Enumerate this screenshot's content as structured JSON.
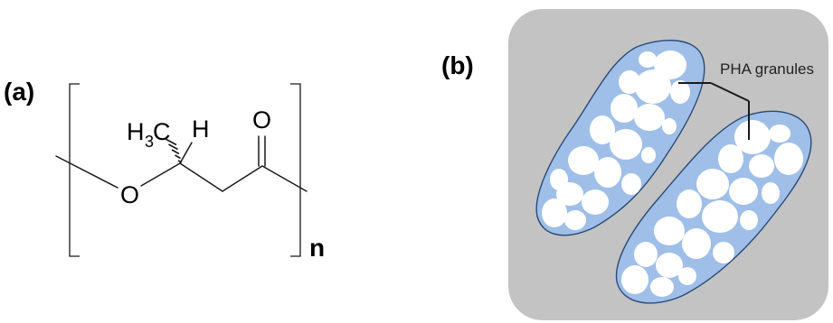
{
  "panel_a": {
    "label": "(a)",
    "atoms": {
      "methyl_H": "H",
      "methyl_sub": "3",
      "methyl_C": "C",
      "stereo_H": "H",
      "carbonyl_O": "O",
      "ester_O": "O"
    },
    "repeat_subscript": "n"
  },
  "panel_b": {
    "label": "(b)",
    "callout": "PHA granules"
  },
  "colors": {
    "background_tile": "#c3c3c3",
    "cell_fill": "#9fbfe8",
    "granule": "#ffffff"
  }
}
